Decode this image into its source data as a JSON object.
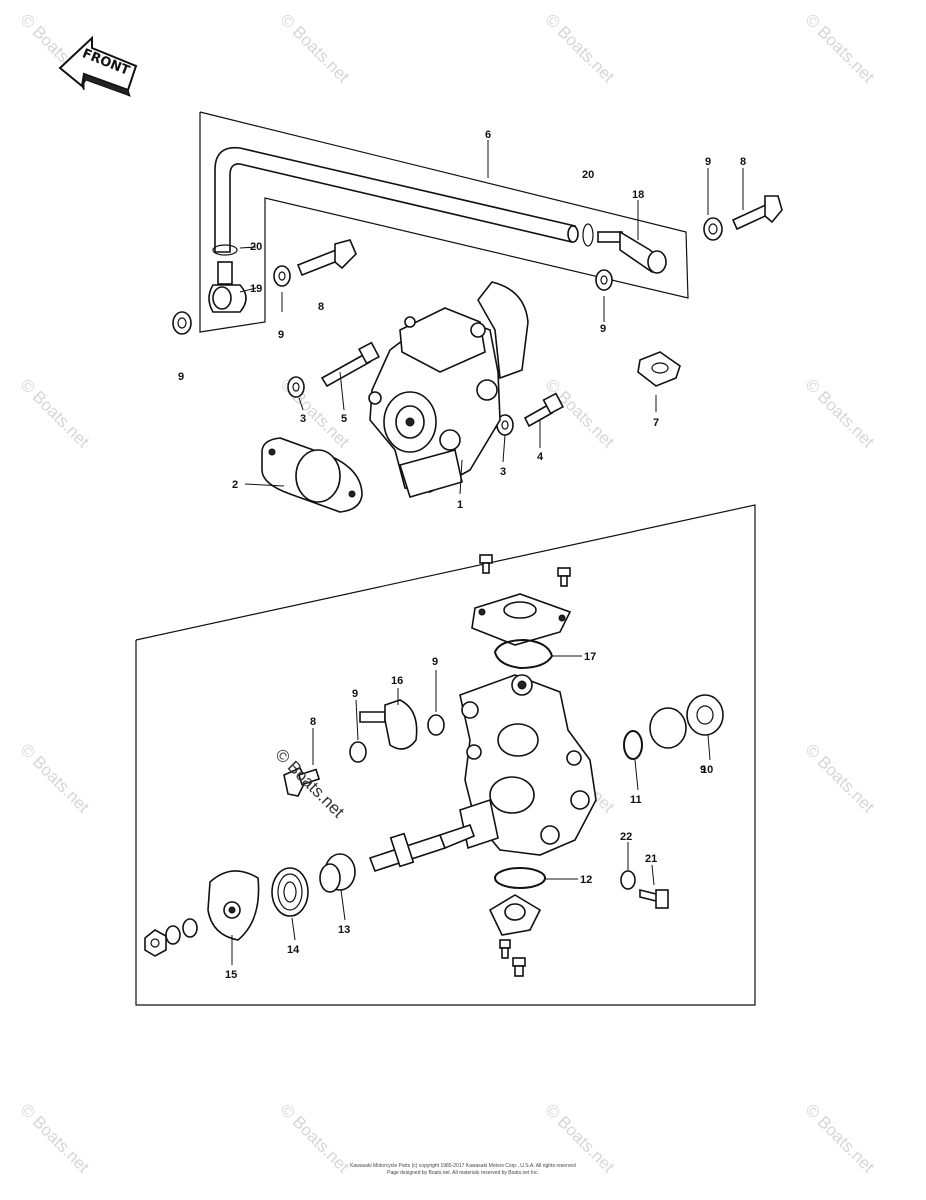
{
  "front_label": "FRONT",
  "watermark": "© Boats.net",
  "inline_watermark": "© Boats.net",
  "callouts": {
    "c1": "1",
    "c2": "2",
    "c3a": "3",
    "c3b": "3",
    "c4": "4",
    "c5": "5",
    "c6": "6",
    "c7": "7",
    "c8a": "8",
    "c8b": "8",
    "c8c": "8",
    "c9a": "9",
    "c9b": "9",
    "c9c": "9",
    "c9d": "9",
    "c9e": "9",
    "c9f": "9",
    "c9g": "9",
    "c10": "10",
    "c11": "11",
    "c12": "12",
    "c13": "13",
    "c14": "14",
    "c15": "15",
    "c16": "16",
    "c17": "17",
    "c18": "18",
    "c19": "19",
    "c20a": "20",
    "c20b": "20",
    "c21": "21",
    "c22": "22"
  },
  "footer": {
    "line1": "Kawasaki Motorcycle Parts (c) copyright 1985-2017 Kawasaki Motors Corp., U.S.A. All rights reserved",
    "line2": "Page designed by Boats.net. All materials reserved by Boats.net Inc."
  }
}
